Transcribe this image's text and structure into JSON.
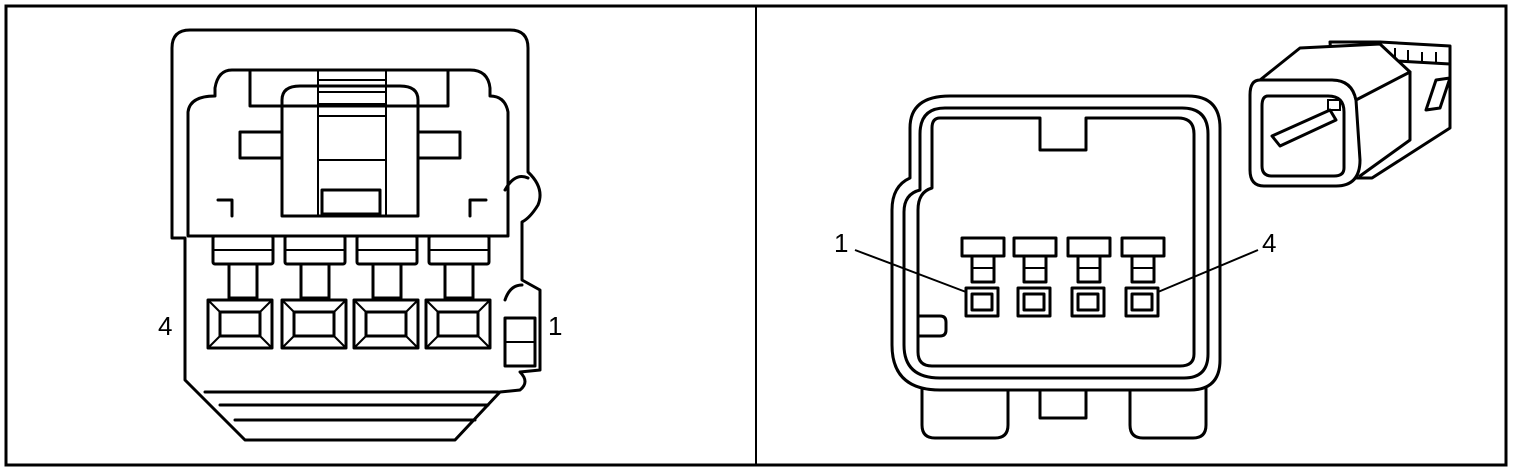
{
  "figure": {
    "left_view": {
      "pin_label_left": "4",
      "pin_label_right": "1"
    },
    "right_view": {
      "pin_label_left": "1",
      "pin_label_right": "4"
    }
  },
  "colors": {
    "line": "#000000",
    "background": "#ffffff"
  }
}
